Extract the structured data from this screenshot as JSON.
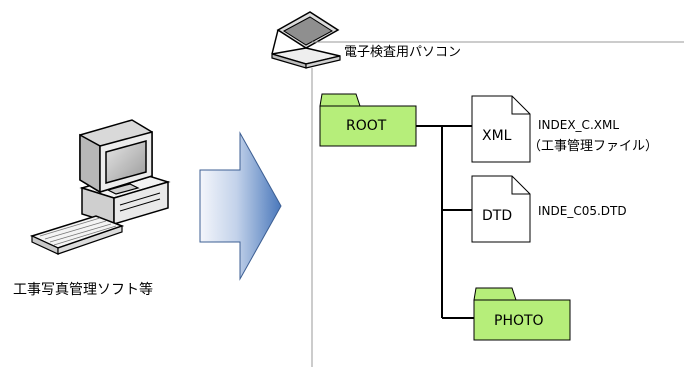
{
  "left": {
    "computer_label": "工事写真管理ソフト等"
  },
  "right": {
    "header_label": "電子検査用パソコン",
    "root_folder": "ROOT",
    "xml_file": {
      "icon_label": "XML",
      "name": "INDEX_C.XML",
      "description": "（工事管理ファイル）"
    },
    "dtd_file": {
      "icon_label": "DTD",
      "name": "INDE_C05.DTD"
    },
    "photo_folder": "PHOTO"
  },
  "colors": {
    "folder_fill": "#b6ee7a",
    "arrow_light": "#eef2f8",
    "arrow_dark": "#4f7fbf",
    "line": "#000000",
    "guide": "#999999"
  }
}
